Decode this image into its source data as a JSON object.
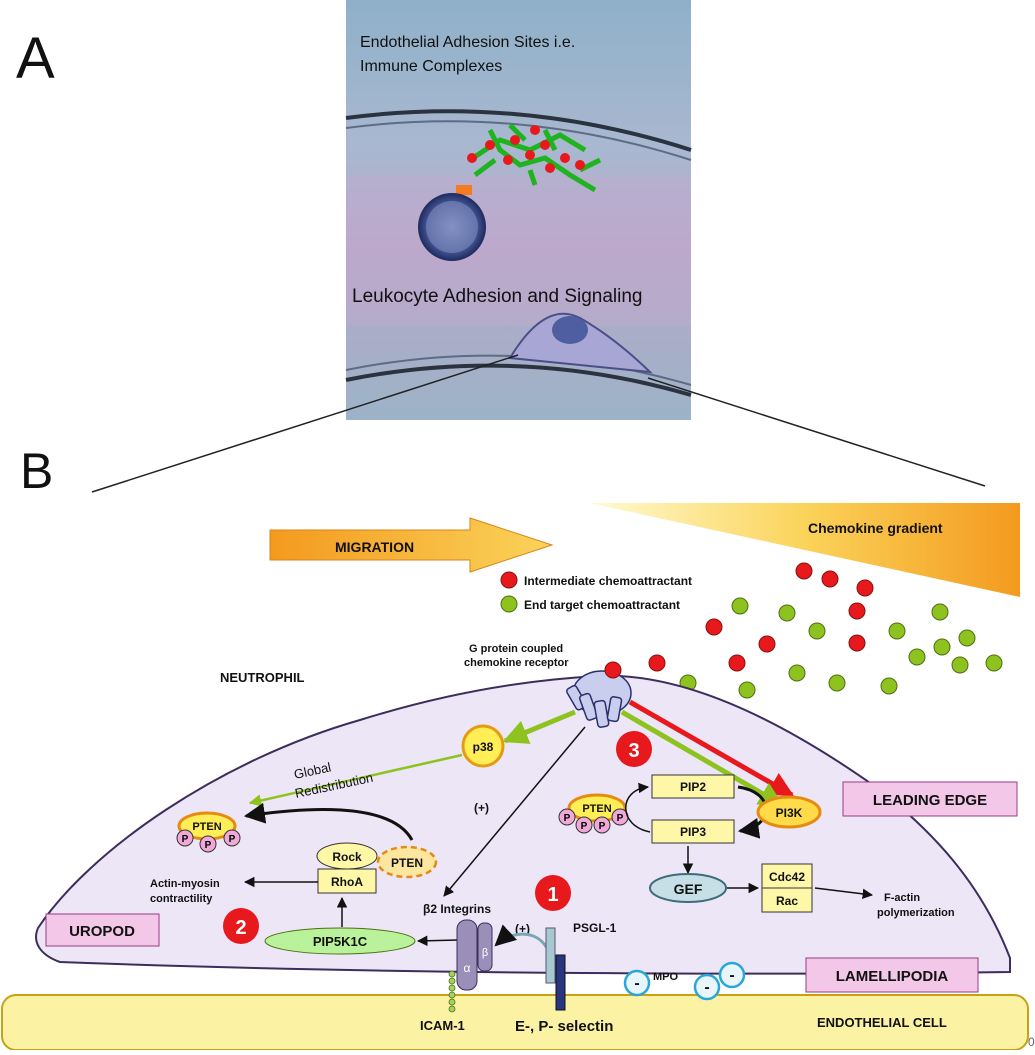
{
  "panels": {
    "a": "A",
    "b": "B"
  },
  "photo": {
    "caption_line1": "Endothelial Adhesion Sites i.e.",
    "caption_line2": "Immune Complexes",
    "caption_mid": "Leukocyte Adhesion and Signaling"
  },
  "migration": "MIGRATION",
  "gradient": "Chemokine gradient",
  "legend": {
    "intermediate": "Intermediate chemoattractant",
    "end_target": "End target chemoattractant"
  },
  "labels": {
    "neutrophil": "NEUTROPHIL",
    "receptor_line1": "G protein coupled",
    "receptor_line2": "chemokine receptor",
    "p38": "p38",
    "global": "Global",
    "redistribution": "Redistribution",
    "plus1": "(+)",
    "plus2": "(+)",
    "pten": "PTEN",
    "p": "P",
    "rock": "Rock",
    "rhoa": "RhoA",
    "actin_line1": "Actin-myosin",
    "actin_line2": "contractility",
    "pip5k1c": "PIP5K1C",
    "b2_integrins": "β2 Integrins",
    "alpha": "α",
    "beta": "β",
    "psgl1": "PSGL-1",
    "pip2": "PIP2",
    "pip3": "PIP3",
    "pi3k": "PI3K",
    "gef": "GEF",
    "cdc42": "Cdc42",
    "rac": "Rac",
    "factin_line1": "F-actin",
    "factin_line2": "polymerization",
    "leading_edge": "LEADING EDGE",
    "uropod": "UROPOD",
    "lamellipodia": "LAMELLIPODIA",
    "mpo": "MPO",
    "minus": "-",
    "icam1": "ICAM-1",
    "selectin": "E-, P- selectin",
    "endothelial": "ENDOTHELIAL CELL",
    "step1": "1",
    "step2": "2",
    "step3": "3",
    "corner_mark": "0"
  },
  "colors": {
    "intermediate": "#e8191c",
    "end_target": "#8dc21f",
    "migration_arrow": "#f39a1e",
    "cell_fill": "#ece6f7",
    "endothelium": "#fbf2a4",
    "box_fill": "#fff7a8",
    "badge": "#e8191c",
    "pink_label": "#f3c7e8",
    "green_arrow": "#8dc21f",
    "red_arrow": "#e8191c"
  }
}
